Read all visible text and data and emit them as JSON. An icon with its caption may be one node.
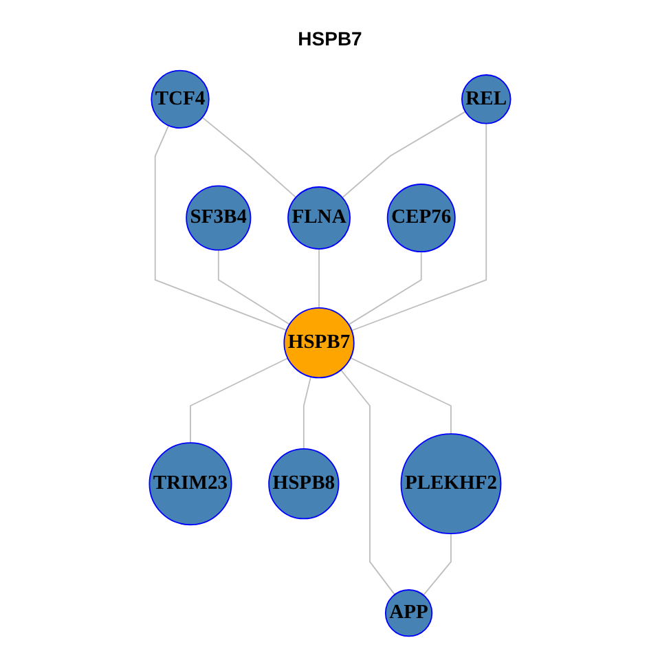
{
  "diagram": {
    "title": "HSPB7",
    "nodes": [
      {
        "text": [
          "TCF4"
        ]
      },
      {
        "text": [
          "SF3B4"
        ]
      },
      {
        "text": [
          "FLNA"
        ]
      },
      {
        "text": [
          "CEP76"
        ]
      },
      {
        "text": [
          "REL"
        ]
      },
      {
        "text": [
          "HSPB7"
        ]
      },
      {
        "text": [
          "TRIM23"
        ]
      },
      {
        "text": [
          "HSPB8"
        ]
      },
      {
        "text": [
          "APP"
        ]
      },
      {
        "text": [
          "PLEKHF2"
        ]
      }
    ],
    "edges": [
      {
        "from": 0,
        "to": 5,
        "arrow": "none"
      },
      {
        "from": 1,
        "to": 5,
        "arrow": "none"
      },
      {
        "from": 2,
        "to": 5,
        "arrow": "none"
      },
      {
        "from": 3,
        "to": 5,
        "arrow": "none"
      },
      {
        "from": 4,
        "to": 5,
        "arrow": "none"
      },
      {
        "from": 5,
        "to": 6,
        "arrow": "none"
      },
      {
        "from": 5,
        "to": 7,
        "arrow": "none"
      },
      {
        "from": 5,
        "to": 8,
        "arrow": "none"
      },
      {
        "from": 5,
        "to": 9,
        "arrow": "none"
      },
      {
        "from": 0,
        "to": 2,
        "arrow": "none"
      },
      {
        "from": 4,
        "to": 2,
        "arrow": "none"
      },
      {
        "from": 9,
        "to": 8,
        "arrow": "none"
      }
    ]
  }
}
